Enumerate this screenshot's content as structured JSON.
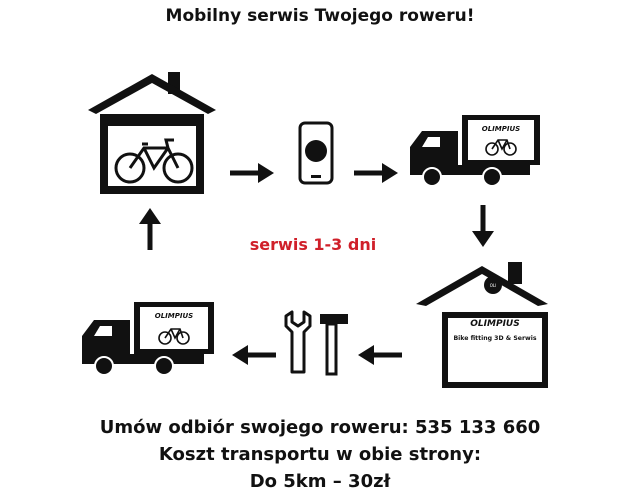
{
  "title": "Mobilny serwis Twojego roweru!",
  "center_label": "serwis 1-3 dni",
  "brand": {
    "logo": "OLIMPIUS",
    "tagline": "Bike fitting 3D & Serwis",
    "badge": "OLI"
  },
  "bottom": {
    "line1": "Umów odbiór swojego roweru: 535 133 660",
    "line2": "Koszt transportu w obie strony:",
    "line3": "Do 5km – 30zł"
  },
  "colors": {
    "accent": "#d0202a",
    "ink": "#111111"
  },
  "steps": [
    "house-garage-bike-icon",
    "phone-icon",
    "delivery-truck-icon",
    "service-house-icon",
    "tools-icon",
    "delivery-truck-icon"
  ]
}
